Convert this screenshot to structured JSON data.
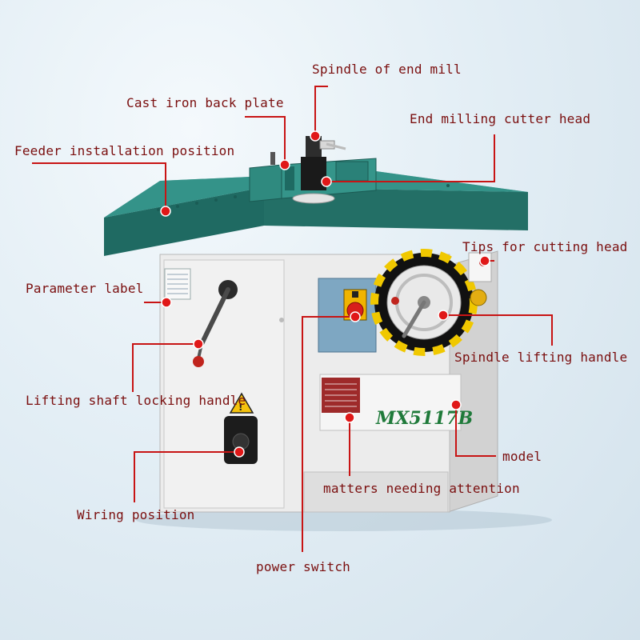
{
  "model_plate": "MX5117B",
  "colors": {
    "leader": "#c81414",
    "label": "#7a0e0e",
    "table_top": "#2c8a80",
    "table_edge": "#1f6a62",
    "cabinet": "#ececec",
    "panel_blue": "#7ea7c2",
    "switch_red": "#d8201b",
    "switch_yellow": "#f0b400"
  },
  "labels": {
    "spindle_of_end_mill": "Spindle of end mill",
    "cast_iron_back_plate": "Cast iron back plate",
    "end_milling_cutter_head": "End milling cutter head",
    "feeder_installation_position": "Feeder installation position",
    "tips_for_cutting_head": "Tips for cutting head",
    "parameter_label": "Parameter label",
    "spindle_lifting_handle": "Spindle lifting handle",
    "lifting_shaft_locking_handle": "Lifting shaft locking handle",
    "model": "model",
    "matters_needing_attention": "matters needing attention",
    "wiring_position": "Wiring position",
    "power_switch": "power switch"
  }
}
